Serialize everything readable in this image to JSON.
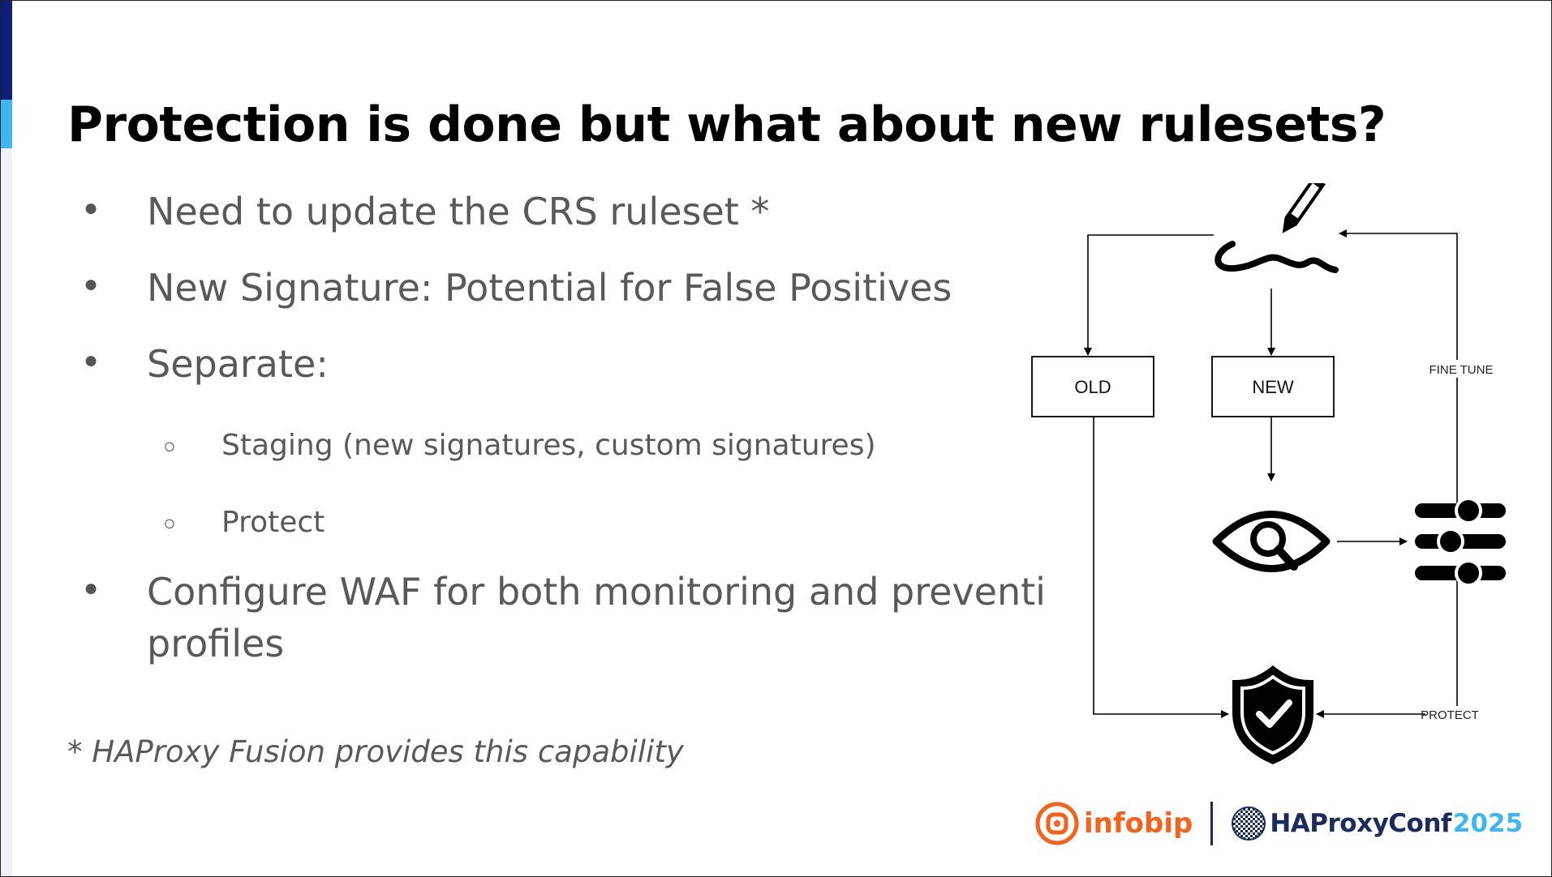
{
  "title": "Protection is done but what about new rulesets?",
  "bullets": [
    "Need to update the CRS ruleset *",
    "New Signature: Potential for False Positives",
    "Separate:",
    "Configure WAF for both monitoring and preventi",
    "profiles"
  ],
  "sub_bullets": [
    "Staging (new signatures, custom signatures)",
    "Protect"
  ],
  "bullet_glyph": "●",
  "sub_bullet_glyph": "○",
  "footnote": "* HAProxy Fusion provides this capability",
  "diagram": {
    "boxes": {
      "old": "OLD",
      "new": "NEW"
    },
    "labels": {
      "fine_tune": "FINE TUNE",
      "protect": "PROTECT"
    },
    "icons": [
      "pencil-signature-icon",
      "eye-search-icon",
      "sliders-icon",
      "shield-check-icon"
    ]
  },
  "logos": {
    "infobip": "infobip",
    "haproxyconf": "HAProxyConf",
    "year": "2025"
  },
  "colors": {
    "accent_dark": "#0d1f78",
    "accent_light": "#3fb6f2",
    "infobip_orange": "#f5621c",
    "haproxy_navy": "#1b2b5e"
  }
}
